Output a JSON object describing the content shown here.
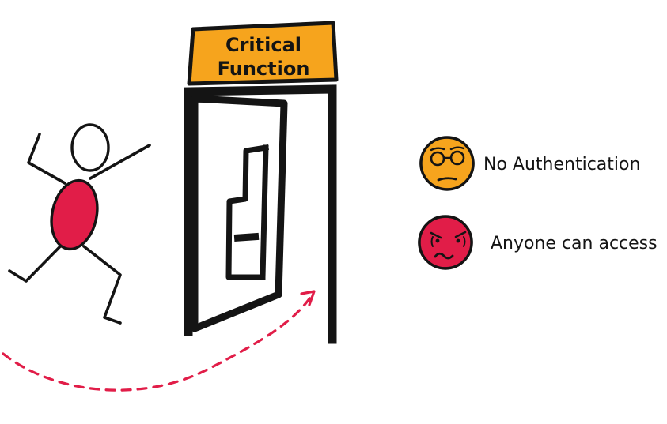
{
  "sign": {
    "line1": "Critical",
    "line2": "Function"
  },
  "labels": {
    "no_authentication": "No Authentication",
    "anyone_can_access": "Anyone can access"
  },
  "colors": {
    "amber": "#F6A41D",
    "crimson": "#E11D48",
    "ink": "#141414",
    "background": "#FFFFFF"
  },
  "icons": {
    "runner": "running-person-icon",
    "door": "open-door-icon",
    "arrow": "dashed-arrow-icon",
    "face_no_auth": "unamused-face-glasses-icon",
    "face_anyone": "worried-face-icon"
  }
}
